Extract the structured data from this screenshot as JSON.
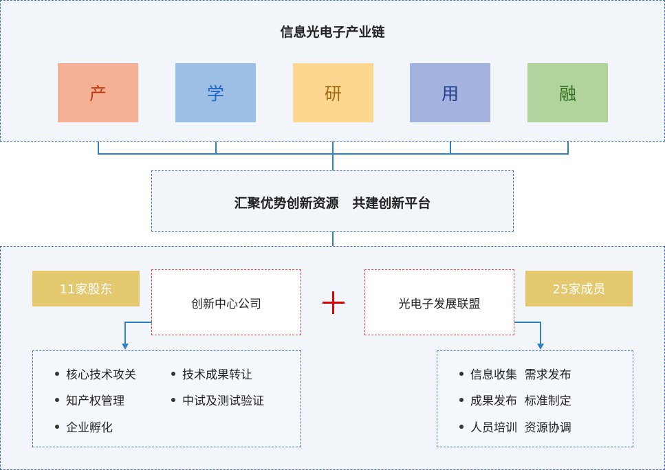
{
  "top": {
    "title": "信息光电子产业链",
    "boxes": [
      {
        "label": "产",
        "bg": "#f4b094",
        "fg": "#c33a12"
      },
      {
        "label": "学",
        "bg": "#9dbfe3",
        "fg": "#1d63c4"
      },
      {
        "label": "研",
        "bg": "#fdd78f",
        "fg": "#a06a12"
      },
      {
        "label": "用",
        "bg": "#a3b2de",
        "fg": "#223a8a"
      },
      {
        "label": "融",
        "bg": "#b0d49c",
        "fg": "#2f6d1c"
      }
    ]
  },
  "middle": {
    "title": "汇聚优势创新资源   共建创新平台"
  },
  "bottom": {
    "left": {
      "tag": "11家股东",
      "box": "创新中心公司",
      "items": [
        "核心技术攻关",
        "技术成果转让",
        "知产权管理",
        "中试及测试验证",
        "企业孵化"
      ]
    },
    "plus": "+",
    "right": {
      "tag": "25家成员",
      "box": "光电子发展联盟",
      "items": [
        "信息收集  需求发布",
        "成果发布  标准制定",
        "人员培训  资源协调"
      ]
    }
  },
  "colors": {
    "connector": "#2e80c6",
    "tag": "#e4c86e",
    "plus": "#e00000"
  }
}
